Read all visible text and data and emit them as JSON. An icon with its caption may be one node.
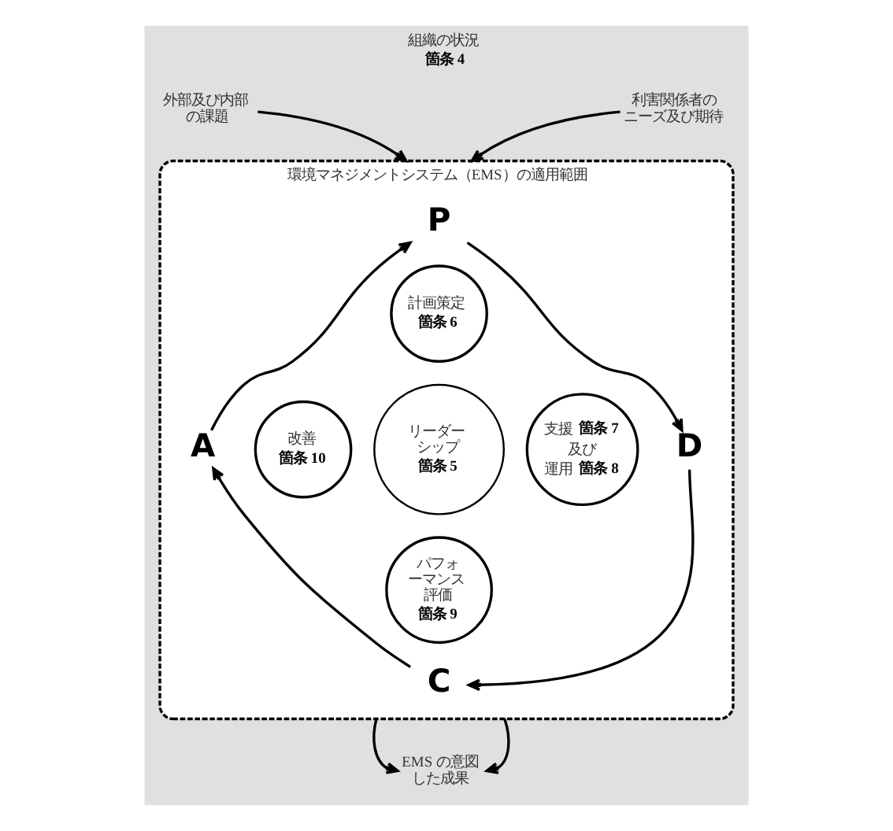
{
  "diagram": {
    "nodes": [
      {
        "text": [
          "組織の状況",
          "箇条 4"
        ]
      },
      {
        "text": [
          "外部及び内部の課題"
        ],
        "in": 0
      },
      {
        "text": [
          "利害関係者のニーズ及び期待"
        ],
        "in": 0
      },
      {
        "text": [
          "環境マネジメントシステム（EMS）の適用範囲"
        ],
        "in": 0
      },
      {
        "text": [
          "P"
        ],
        "in": 3
      },
      {
        "text": [
          "計画策定",
          "箇条 6"
        ],
        "in": 3
      },
      {
        "text": [
          "A"
        ],
        "in": 3
      },
      {
        "text": [
          "改善",
          "箇条 10"
        ],
        "in": 3
      },
      {
        "text": [
          "リーダーシップ",
          "箇条 5"
        ],
        "in": 3
      },
      {
        "text": [
          "支援",
          "箇条 7",
          "及び",
          "運用",
          "箇条 8"
        ],
        "in": 3
      },
      {
        "text": [
          "D"
        ],
        "in": 3
      },
      {
        "text": [
          "パフォーマンス評価",
          "箇条 9"
        ],
        "in": 3
      },
      {
        "text": [
          "C"
        ],
        "in": 3
      },
      {
        "text": [
          "EMS の意図した成果"
        ],
        "in": 0
      }
    ],
    "edges": [
      {
        "from": 1,
        "to": 3,
        "arrow": "to"
      },
      {
        "from": 2,
        "to": 3,
        "arrow": "to"
      },
      {
        "from": 4,
        "to": 10,
        "arrow": "to"
      },
      {
        "from": 10,
        "to": 12,
        "arrow": "to"
      },
      {
        "from": 12,
        "to": 6,
        "arrow": "to"
      },
      {
        "from": 6,
        "to": 4,
        "arrow": "to"
      },
      {
        "from": 3,
        "to": 13,
        "arrow": "to"
      },
      {
        "from": 3,
        "to": 13,
        "arrow": "to"
      }
    ]
  }
}
